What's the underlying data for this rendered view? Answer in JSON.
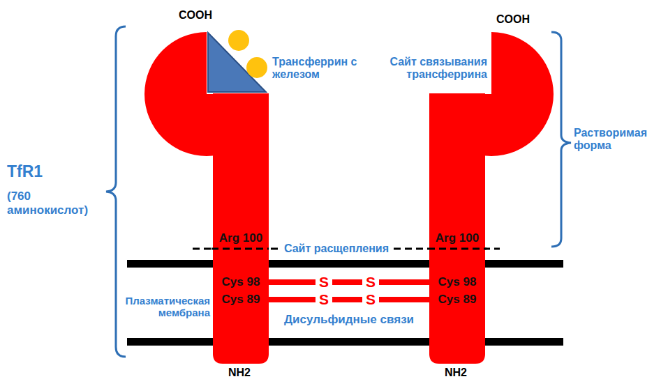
{
  "diagram": {
    "nodes": [
      {
        "text": [
          "Arg 100",
          "Cys 98",
          "Cys 89"
        ]
      },
      {
        "text": [
          "Arg 100",
          "Cys 98",
          "Cys 89"
        ]
      }
    ],
    "edges": [
      {
        "from": 0,
        "to": 1,
        "arrow": "none"
      },
      {
        "from": 0,
        "to": 1,
        "arrow": "none"
      }
    ],
    "labels": [
      "COOH",
      "COOH",
      "Трансферрин с железом",
      "Сайт связывания трансферрина",
      "TfR1",
      "(760 аминокислот)",
      "Растворимая форма",
      "Сайт расщепления",
      "S",
      "S",
      "S",
      "S",
      "Плазматическая мембрана",
      "Дисульфидные связи",
      "NH2",
      "NH2"
    ]
  }
}
